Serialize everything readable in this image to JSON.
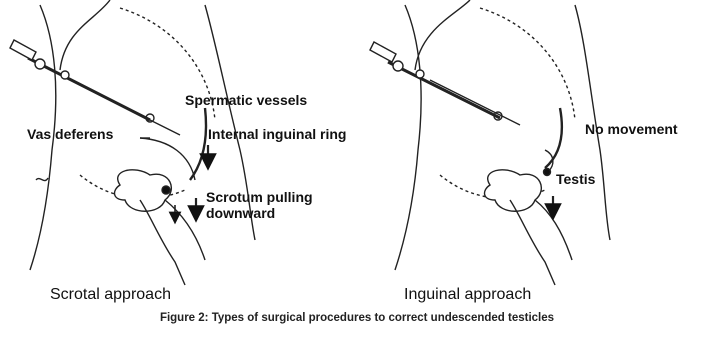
{
  "labels": {
    "spermatic_vessels": "Spermatic vessels",
    "vas_deferens": "Vas deferens",
    "internal_inguinal_ring": "Internal inguinal ring",
    "scrotum_pulling_line1": "Scrotum pulling",
    "scrotum_pulling_line2": "downward",
    "no_movement": "No movement",
    "testis": "Testis"
  },
  "panels": {
    "left_title": "Scrotal approach",
    "right_title": "Inguinal approach"
  },
  "caption": "Figure 2: Types of surgical procedures to correct undescended testicles"
}
